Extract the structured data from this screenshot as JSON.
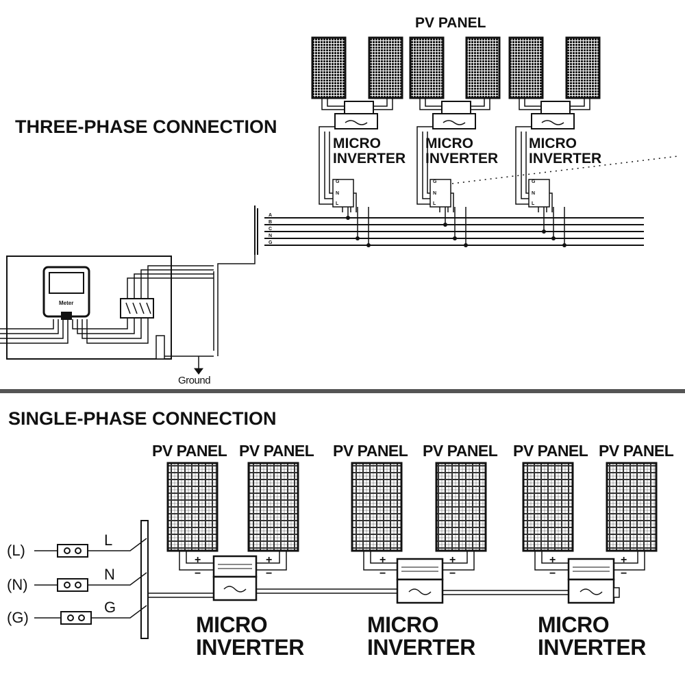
{
  "three_phase": {
    "title": "THREE-PHASE CONNECTION",
    "pv_label": "PV PANEL",
    "inverter_label_1": "MICRO",
    "inverter_label_2": "INVERTER",
    "terminal_labels": [
      "G",
      "N",
      "L"
    ],
    "bus_labels": [
      "A",
      "B",
      "C",
      "N",
      "G"
    ],
    "meter_label": "Meter",
    "ground_label": "Ground"
  },
  "single_phase": {
    "title": "SINGLE-PHASE CONNECTION",
    "pv_label": "PV PANEL",
    "inverter_label_1": "MICRO",
    "inverter_label_2": "INVERTER",
    "terminals": [
      {
        "paren": "(L)",
        "letter": "L"
      },
      {
        "paren": "(N)",
        "letter": "N"
      },
      {
        "paren": "(G)",
        "letter": "G"
      }
    ],
    "polarity": {
      "plus": "+",
      "minus": "−"
    }
  },
  "colors": {
    "ink": "#111111",
    "paper": "#ffffff",
    "divider": "#555555",
    "panel_fill": "#222222"
  }
}
